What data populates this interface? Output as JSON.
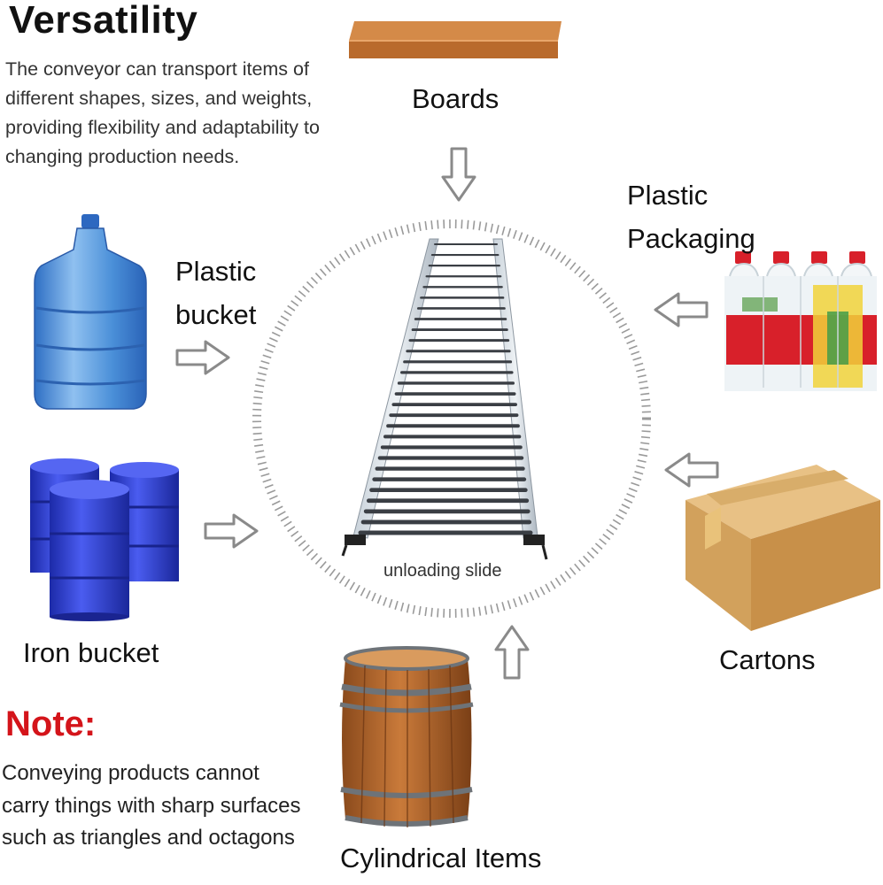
{
  "header": {
    "title": "Versatility",
    "description": "The conveyor can transport items of different shapes, sizes, and weights, providing flexibility and adaptability to changing production needs."
  },
  "center": {
    "caption": "unloading slide"
  },
  "items": {
    "boards": "Boards",
    "plastic_packaging": "Plastic Packaging",
    "plastic_bucket": "Plastic bucket",
    "iron_bucket": "Iron bucket",
    "cartons": "Cartons",
    "cylindrical": "Cylindrical Items"
  },
  "note": {
    "title": "Note:",
    "text": "Conveying products cannot carry things with sharp surfaces such as triangles and octagons"
  },
  "colors": {
    "note_red": "#d4141a",
    "arrow_gray": "#8a8a8a",
    "wood": "#c97a3a",
    "plastic_blue": "#4a8fd8",
    "drum_blue": "#2d3fd0",
    "carton": "#d8a866"
  }
}
